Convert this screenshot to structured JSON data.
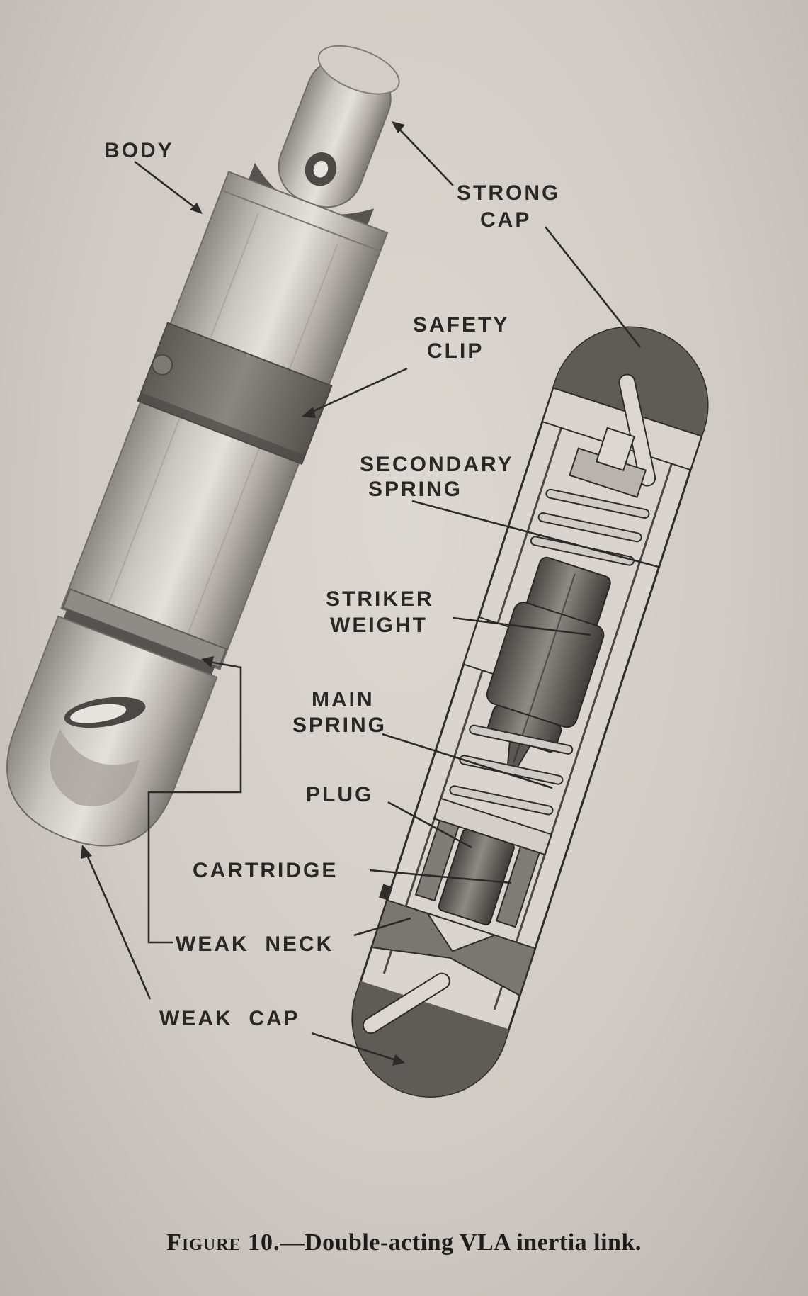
{
  "labels": {
    "body": "BODY",
    "strong_cap_1": "STRONG",
    "strong_cap_2": "CAP",
    "safety_clip_1": "SAFETY",
    "safety_clip_2": "CLIP",
    "secondary_spring_1": "SECONDARY",
    "secondary_spring_2": "SPRING",
    "striker_weight_1": "STRIKER",
    "striker_weight_2": "WEIGHT",
    "main_spring_1": "MAIN",
    "main_spring_2": "SPRING",
    "plug": "PLUG",
    "cartridge": "CARTRIDGE",
    "weak_neck": "WEAK  NECK",
    "weak_cap": "WEAK  CAP"
  },
  "caption": {
    "figure": "Figure 10.",
    "text": "—Double-acting VLA inertia link."
  },
  "colors": {
    "paper": "#d6d2cb",
    "ink": "#2a2826",
    "cap_fill": "#5f5b57",
    "metal_light": "#b3aea8",
    "metal_dark": "#6e6a65"
  }
}
